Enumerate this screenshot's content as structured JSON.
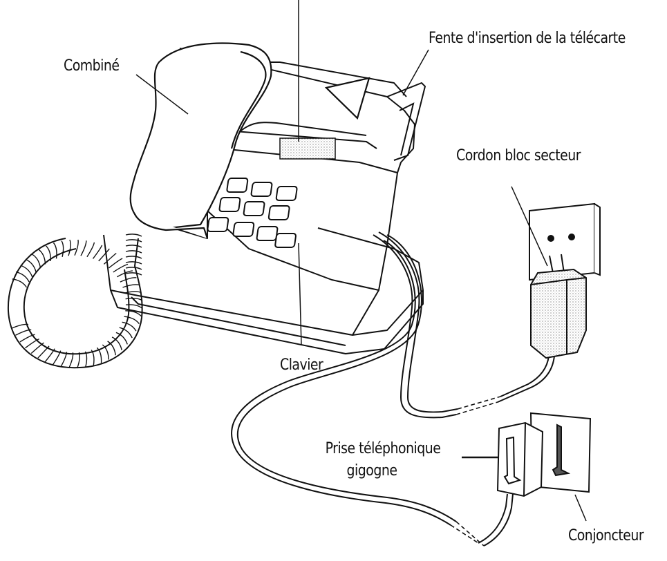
{
  "diagram": {
    "labels": {
      "handset": "Combiné",
      "card_slot": "Fente d'insertion de la télécarte",
      "power_cord": "Cordon bloc secteur",
      "keypad": "Clavier",
      "phone_plug_line1": "Prise téléphonique",
      "phone_plug_line2": "gigogne",
      "wall_socket": "Conjoncteur"
    },
    "colors": {
      "ink": "#111111",
      "paper": "#ffffff",
      "shade": "#cfcfcf"
    }
  }
}
